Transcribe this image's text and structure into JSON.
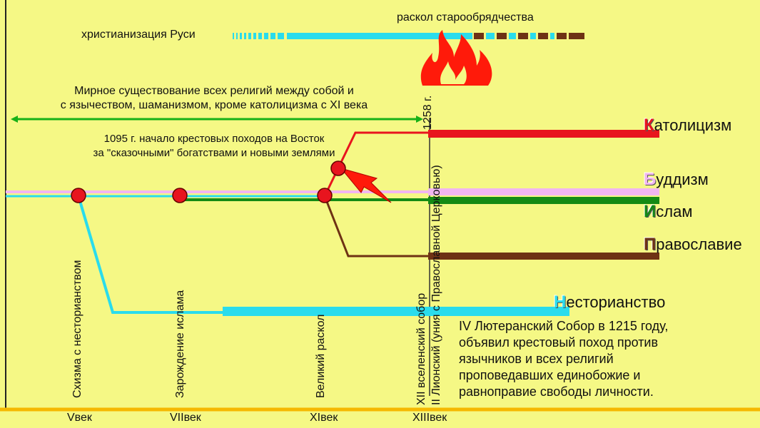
{
  "top": {
    "christianization": "христианизация Руси",
    "old_believers": "раскол старообрядчества"
  },
  "peace_note": {
    "line1": "Мирное существование всех религий между собой и",
    "line2": "с язычеством, шаманизмом, кроме католицизма с XI века"
  },
  "crusades_note": {
    "line1": "1095 г. начало крестовых походов на Восток",
    "line2": "за \"сказочными\" богатствами и новыми землями"
  },
  "year_1258": "1258 г.",
  "religions": {
    "catholicism": {
      "initial": "К",
      "rest": "атолицизм",
      "color": "#e8141e"
    },
    "buddhism": {
      "initial": "Б",
      "rest": "уддизм",
      "color": "#f1b6f0"
    },
    "islam": {
      "initial": "И",
      "rest": "слам",
      "color": "#148a14"
    },
    "orthodoxy": {
      "initial": "П",
      "rest": "равославие",
      "color": "#6e3214"
    },
    "nestorianism": {
      "initial": "Н",
      "rest": "есторианство",
      "color": "#2adcec"
    }
  },
  "events": {
    "schism_nestorian": "Схизма с несторианством",
    "islam_origin": "Зарождение ислама",
    "great_schism": "Великий раскол",
    "council_12": "XII вселенский собор",
    "lyon_2": "II Лионский (уния с Православной Церковью)"
  },
  "council_note": {
    "line1": "IV Лютеранский Собор в 1215 году,",
    "line2": "объявил крестовый поход против",
    "line3": "язычников и всех религий",
    "line4": "проповедавших единобожие и",
    "line5": "равноправие свободы личности."
  },
  "centuries": {
    "c5": "Vвек",
    "c7": "VIIвек",
    "c11": "XIвек",
    "c13": "XIIIвек"
  },
  "colors": {
    "background": "#f5f885",
    "axis": "#f5b800",
    "peace_arrow": "#17b117",
    "event_dot": "#e8141e",
    "fire": "#ff1a0a"
  }
}
